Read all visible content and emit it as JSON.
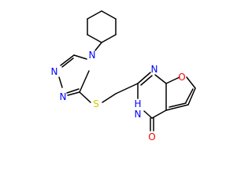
{
  "structure": {
    "atoms": [
      {
        "id": "n_ring_a",
        "element": "N",
        "text": "N",
        "color": "#0000ff"
      },
      {
        "id": "n_ring_b",
        "element": "N",
        "text": "N",
        "color": "#0000ff"
      },
      {
        "id": "n_ring_c",
        "element": "N",
        "text": "N",
        "color": "#0000ff"
      },
      {
        "id": "s_link",
        "element": "S",
        "text": "S",
        "color": "#cccc00"
      },
      {
        "id": "n_pyr",
        "element": "N",
        "text": "N",
        "color": "#0000ff"
      },
      {
        "id": "nh_pyr",
        "element": "N",
        "text": "H",
        "text2": "N",
        "color": "#0000ff"
      },
      {
        "id": "o_furan",
        "element": "O",
        "text": "O",
        "color": "#ff0000"
      },
      {
        "id": "o_keto",
        "element": "O",
        "text": "O",
        "color": "#ff0000"
      }
    ]
  }
}
